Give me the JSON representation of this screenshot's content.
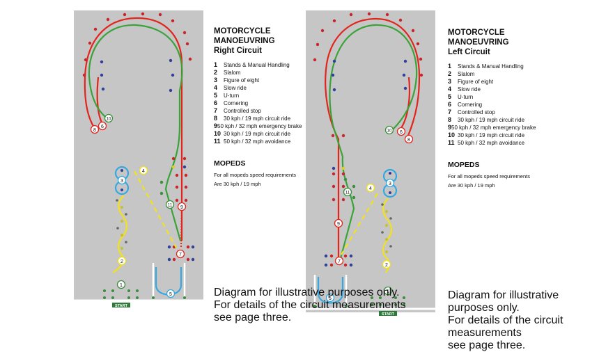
{
  "diagrams": [
    {
      "id": "right",
      "title_line1": "MOTORCYCLE",
      "title_line2": "MANOEUVRING",
      "title_line3": "Right Circuit",
      "start_label": "START"
    },
    {
      "id": "left",
      "title_line1": "MOTORCYCLE",
      "title_line2": "MANOEUVRING",
      "title_line3": "Left Circuit",
      "start_label": "START"
    }
  ],
  "legend": [
    {
      "num": "1",
      "label": "Stands & Manual Handling"
    },
    {
      "num": "2",
      "label": "Slalom"
    },
    {
      "num": "3",
      "label": "Figure of eight"
    },
    {
      "num": "4",
      "label": "Slow ride"
    },
    {
      "num": "5",
      "label": "U-turn"
    },
    {
      "num": "6",
      "label": "Cornering"
    },
    {
      "num": "7",
      "label": "Controlled stop"
    },
    {
      "num": "8",
      "label": "30 kph / 19 mph circuit ride"
    },
    {
      "num": "9",
      "label": "50 kph / 32 mph emergency brake"
    },
    {
      "num": "10",
      "label": "30 kph / 19 mph circuit ride"
    },
    {
      "num": "11",
      "label": "50 kph / 32 mph avoidance"
    }
  ],
  "mopeds": {
    "heading": "MOPEDS",
    "line1": "For all mopeds speed requirements",
    "line2": "Are 30 kph / 19 mph"
  },
  "note": {
    "line1": "Diagram for illustrative purposes only.",
    "line2": "For details of the circuit measurements",
    "line3": "see page three."
  },
  "colors": {
    "area": "#c6c6c6",
    "red_route": "#e2251c",
    "green_route": "#39a339",
    "yellow_route": "#f2e21c",
    "blue_route": "#35a8e0",
    "red_cone": "#c8242a",
    "blue_cone": "#2f3f9a",
    "green_cone": "#3d8b3d",
    "yellow_cone": "#e0d21c",
    "start_box": "#2f7a3a"
  }
}
